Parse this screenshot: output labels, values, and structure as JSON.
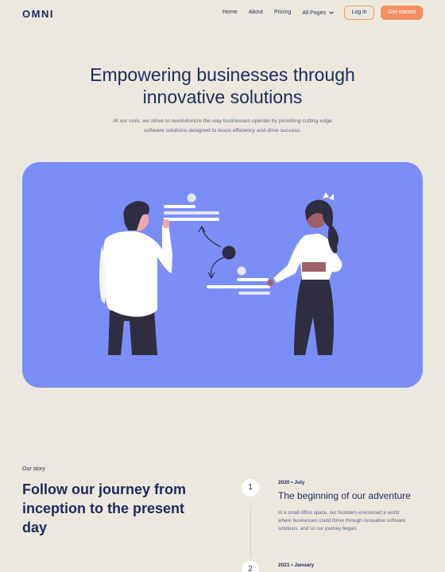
{
  "nav": {
    "logo": "OMNI",
    "links": [
      "Home",
      "About",
      "Pricing"
    ],
    "dropdown_label": "All Pages",
    "login_label": "Log in",
    "cta_label": "Get started",
    "accent": "#f58f62"
  },
  "hero": {
    "title_line1": "Empowering businesses through",
    "title_line2": "innovative solutions",
    "subtitle_line1": "At our core, we strive to revolutionize the way businesses operate by providing cutting-edge",
    "subtitle_line2": "software solutions designed to boost efficiency and drive success.",
    "illustration_bg": "#7b8ef7"
  },
  "story": {
    "kicker": "Our story",
    "title_line1": "Follow our journey from",
    "title_line2": "inception to the present",
    "title_line3": "day",
    "timeline": [
      {
        "number": "1",
        "date": "2020 • July",
        "heading": "The beginning of our adventure",
        "body_line1": "In a small office space, our founders envisioned a world",
        "body_line2": "where businesses could thrive through innovative software",
        "body_line3": "solutions, and so our journey began."
      },
      {
        "number": "2",
        "date": "2021 • January"
      }
    ]
  }
}
